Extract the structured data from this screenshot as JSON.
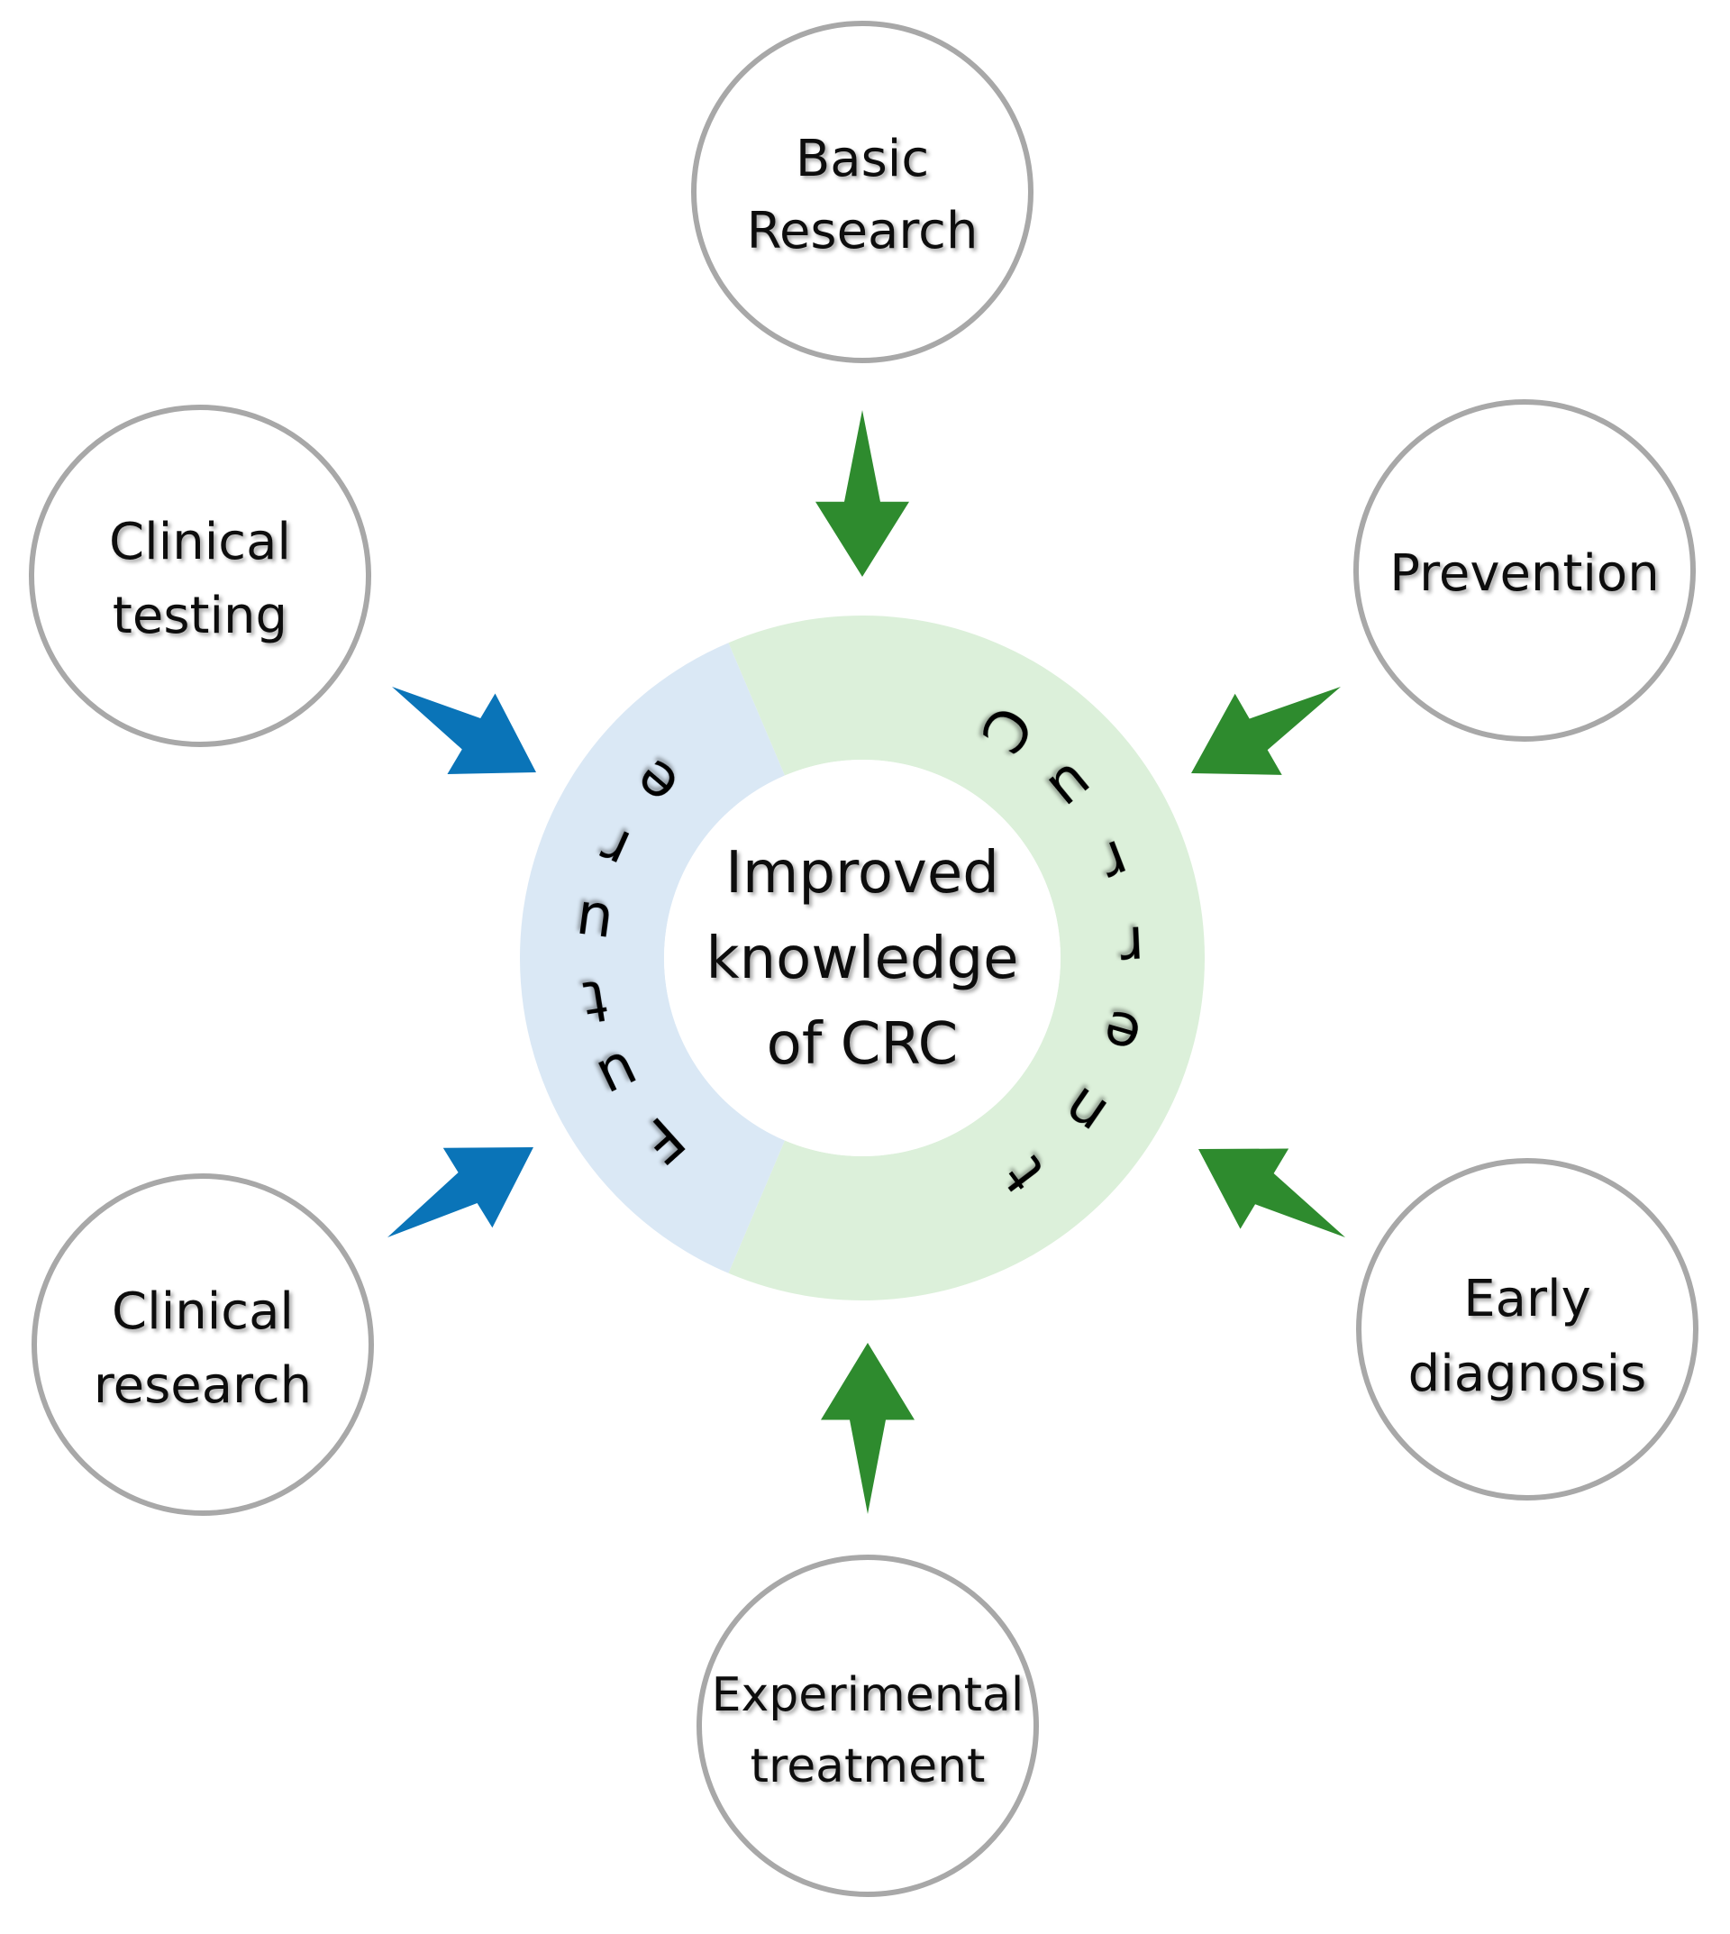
{
  "center": {
    "lines": [
      "Improved",
      "knowledge",
      "of CRC"
    ]
  },
  "ring": {
    "future_label": "Future",
    "current_label": "Current",
    "future_color": "#dae8f5",
    "current_color": "#dcf0da"
  },
  "nodes": [
    {
      "id": "basic-research",
      "lines": [
        "Basic",
        "Research"
      ],
      "arrow_color": "#2e8b2e"
    },
    {
      "id": "prevention",
      "lines": [
        "Prevention"
      ],
      "arrow_color": "#2e8b2e"
    },
    {
      "id": "early-diagnosis",
      "lines": [
        "Early",
        "diagnosis"
      ],
      "arrow_color": "#2e8b2e"
    },
    {
      "id": "experimental-treatment",
      "lines": [
        "Experimental",
        "treatment"
      ],
      "arrow_color": "#2e8b2e"
    },
    {
      "id": "clinical-research",
      "lines": [
        "Clinical",
        "research"
      ],
      "arrow_color": "#0a74b8"
    },
    {
      "id": "clinical-testing",
      "lines": [
        "Clinical",
        "testing"
      ],
      "arrow_color": "#0a74b8"
    }
  ],
  "colors": {
    "node_border": "#a8a8a8",
    "current_arrow": "#2e8b2e",
    "future_arrow": "#0a74b8"
  }
}
